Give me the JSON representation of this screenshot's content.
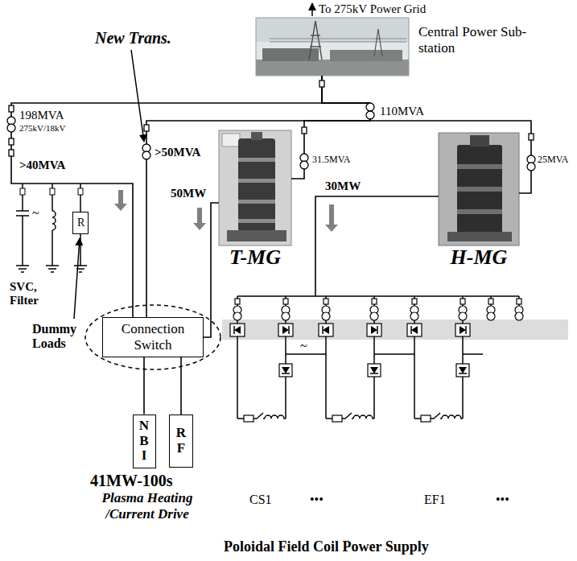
{
  "diagram": {
    "nodes": [
      {
        "text": [
          "Central Power Sub-station"
        ]
      },
      {
        "text": [
          "T-MG"
        ]
      },
      {
        "text": [
          "H-MG"
        ]
      },
      {
        "text": [
          "R"
        ]
      },
      {
        "text": [
          "Connection Switch"
        ]
      },
      {
        "text": [
          "NBI"
        ]
      },
      {
        "text": [
          "RF"
        ]
      },
      {
        "text": [
          "Poloidal Field Coil Power Supply"
        ]
      }
    ],
    "edges": [
      {
        "from": 0,
        "to": 4,
        "arrow": "none"
      },
      {
        "from": 0,
        "to": 4,
        "arrow": "none"
      },
      {
        "from": 0,
        "to": 1,
        "arrow": "none"
      },
      {
        "from": 0,
        "to": 2,
        "arrow": "none"
      },
      {
        "from": 1,
        "to": 4,
        "arrow": "none"
      },
      {
        "from": 2,
        "to": 7,
        "arrow": "none"
      },
      {
        "from": 4,
        "to": 5,
        "arrow": "none"
      },
      {
        "from": 4,
        "to": 6,
        "arrow": "none"
      }
    ],
    "labels": [
      "To 275kV Power Grid",
      "New Trans.",
      "198MVA",
      "275kV/18kV",
      "110MVA",
      ">50MVA",
      ">40MVA",
      "31.5MVA",
      "25MVA",
      "50MW",
      "30MW",
      "~",
      "SVC, Filter",
      "Dummy Loads",
      "41MW-100s",
      "Plasma Heating /Current Drive",
      "~",
      "CS1",
      "•••",
      "EF1",
      "•••"
    ]
  }
}
